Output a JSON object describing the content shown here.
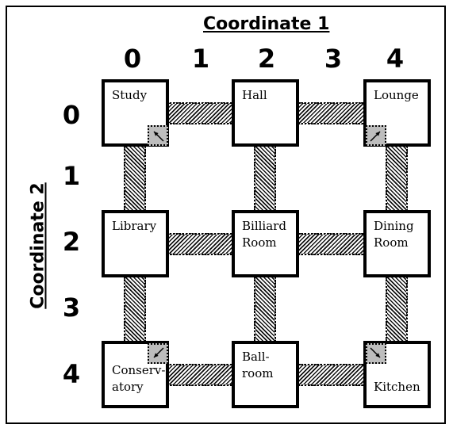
{
  "axes": {
    "x_title": "Coordinate 1",
    "y_title": "Coordinate 2",
    "x_ticks": [
      "0",
      "1",
      "2",
      "3",
      "4"
    ],
    "y_ticks": [
      "0",
      "1",
      "2",
      "3",
      "4"
    ]
  },
  "rooms": [
    {
      "id": "study",
      "label": "Study",
      "col": 0,
      "row": 0,
      "label_pos": "top"
    },
    {
      "id": "hall",
      "label": "Hall",
      "col": 2,
      "row": 0,
      "label_pos": "top"
    },
    {
      "id": "lounge",
      "label": "Lounge",
      "col": 4,
      "row": 0,
      "label_pos": "top"
    },
    {
      "id": "library",
      "label": "Library",
      "col": 0,
      "row": 2,
      "label_pos": "top"
    },
    {
      "id": "billiard",
      "label": "Billiard\nRoom",
      "col": 2,
      "row": 2,
      "label_pos": "top"
    },
    {
      "id": "dining",
      "label": "Dining\nRoom",
      "col": 4,
      "row": 2,
      "label_pos": "top"
    },
    {
      "id": "conservatory",
      "label": "Conserv-\natory",
      "col": 0,
      "row": 4,
      "label_pos": "bottom"
    },
    {
      "id": "ballroom",
      "label": "Ball-\nroom",
      "col": 2,
      "row": 4,
      "label_pos": "top"
    },
    {
      "id": "kitchen",
      "label": "Kitchen",
      "col": 4,
      "row": 4,
      "label_pos": "bottom"
    }
  ],
  "passages": [
    {
      "from": "study",
      "to": "hall"
    },
    {
      "from": "hall",
      "to": "lounge"
    },
    {
      "from": "library",
      "to": "billiard"
    },
    {
      "from": "billiard",
      "to": "dining"
    },
    {
      "from": "conservatory",
      "to": "ballroom"
    },
    {
      "from": "ballroom",
      "to": "kitchen"
    },
    {
      "from": "study",
      "to": "library"
    },
    {
      "from": "library",
      "to": "conservatory"
    },
    {
      "from": "hall",
      "to": "billiard"
    },
    {
      "from": "billiard",
      "to": "ballroom"
    },
    {
      "from": "lounge",
      "to": "dining"
    },
    {
      "from": "dining",
      "to": "kitchen"
    }
  ],
  "secret_passages": [
    {
      "room": "study",
      "corner": "bottom-right",
      "arrow": "in"
    },
    {
      "room": "lounge",
      "corner": "bottom-left",
      "arrow": "in"
    },
    {
      "room": "conservatory",
      "corner": "top-right",
      "arrow": "in"
    },
    {
      "room": "kitchen",
      "corner": "top-left",
      "arrow": "in"
    }
  ],
  "colors": {
    "secret_fill": "#bdbdbd",
    "ink": "#000000"
  }
}
